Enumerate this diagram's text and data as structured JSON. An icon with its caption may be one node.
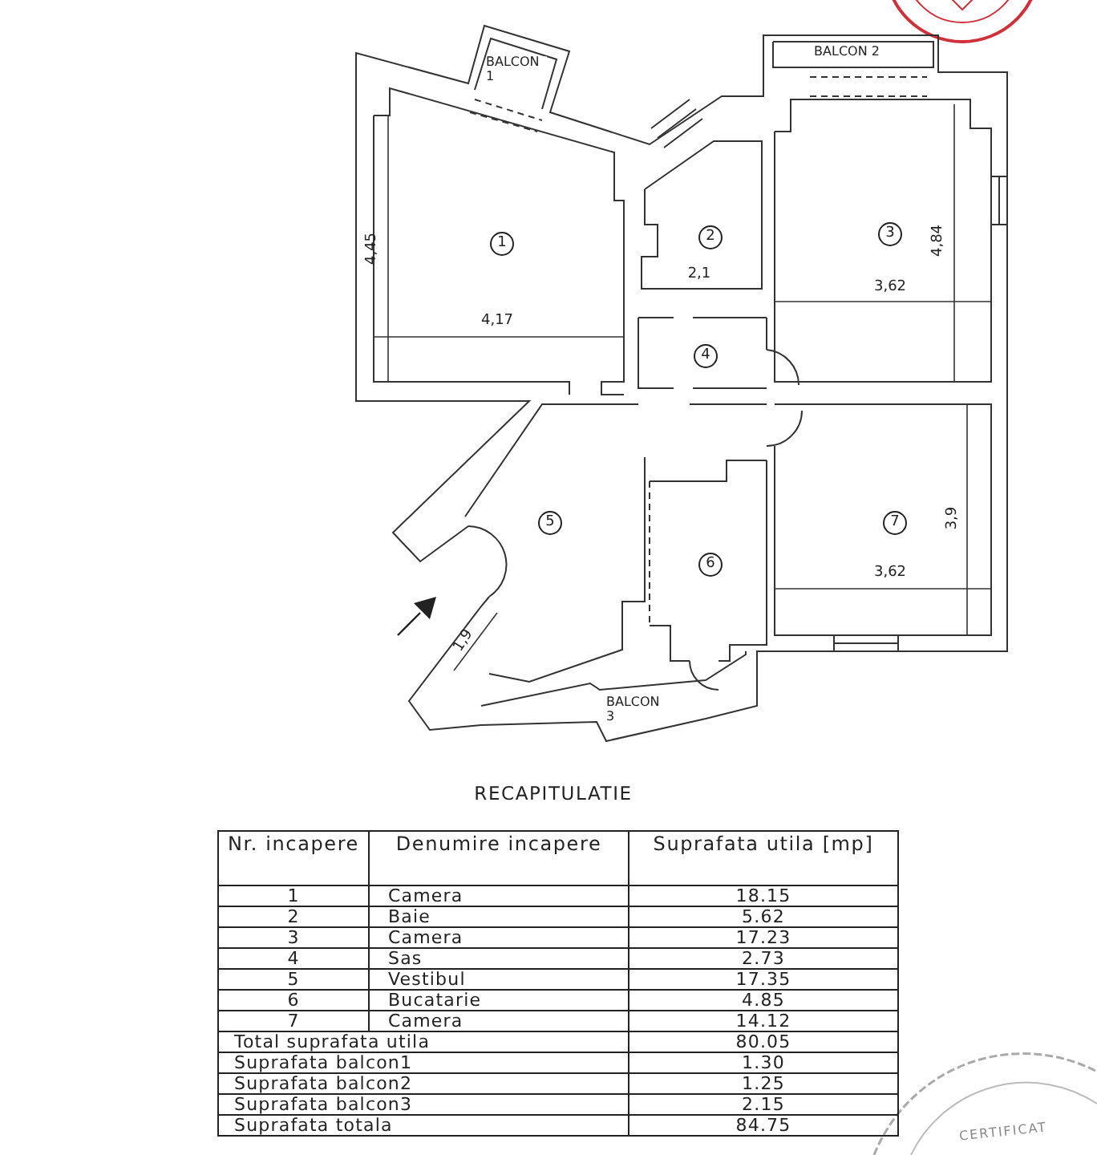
{
  "diagram": {
    "title": "RECAPITULATIE",
    "labels": [
      "BALCON 1",
      "BALCON 2",
      "1",
      "2",
      "3",
      "4,45",
      "4,84",
      "2,1",
      "3,62",
      "4,17",
      "4",
      "5",
      "7",
      "3,9",
      "6",
      "3,62",
      "1,9",
      "BALCON 3",
      "Nr. incapere",
      "Denumire incapere",
      "Suprafata utila [mp]",
      "1",
      "Camera",
      "18.15",
      "2",
      "Baie",
      "5.62",
      "3",
      "Camera",
      "17.23",
      "4",
      "Sas",
      "2.73",
      "5",
      "Vestibul",
      "17.35",
      "6",
      "Bucatarie",
      "4.85",
      "7",
      "Camera",
      "14.12",
      "Total suprafata utila",
      "80.05",
      "Suprafata balcon1",
      "1.30",
      "Suprafata balcon2",
      "1.25",
      "Suprafata balcon3",
      "2.15",
      "Suprafata totala",
      "84.75",
      "CERTIFICAT"
    ]
  }
}
